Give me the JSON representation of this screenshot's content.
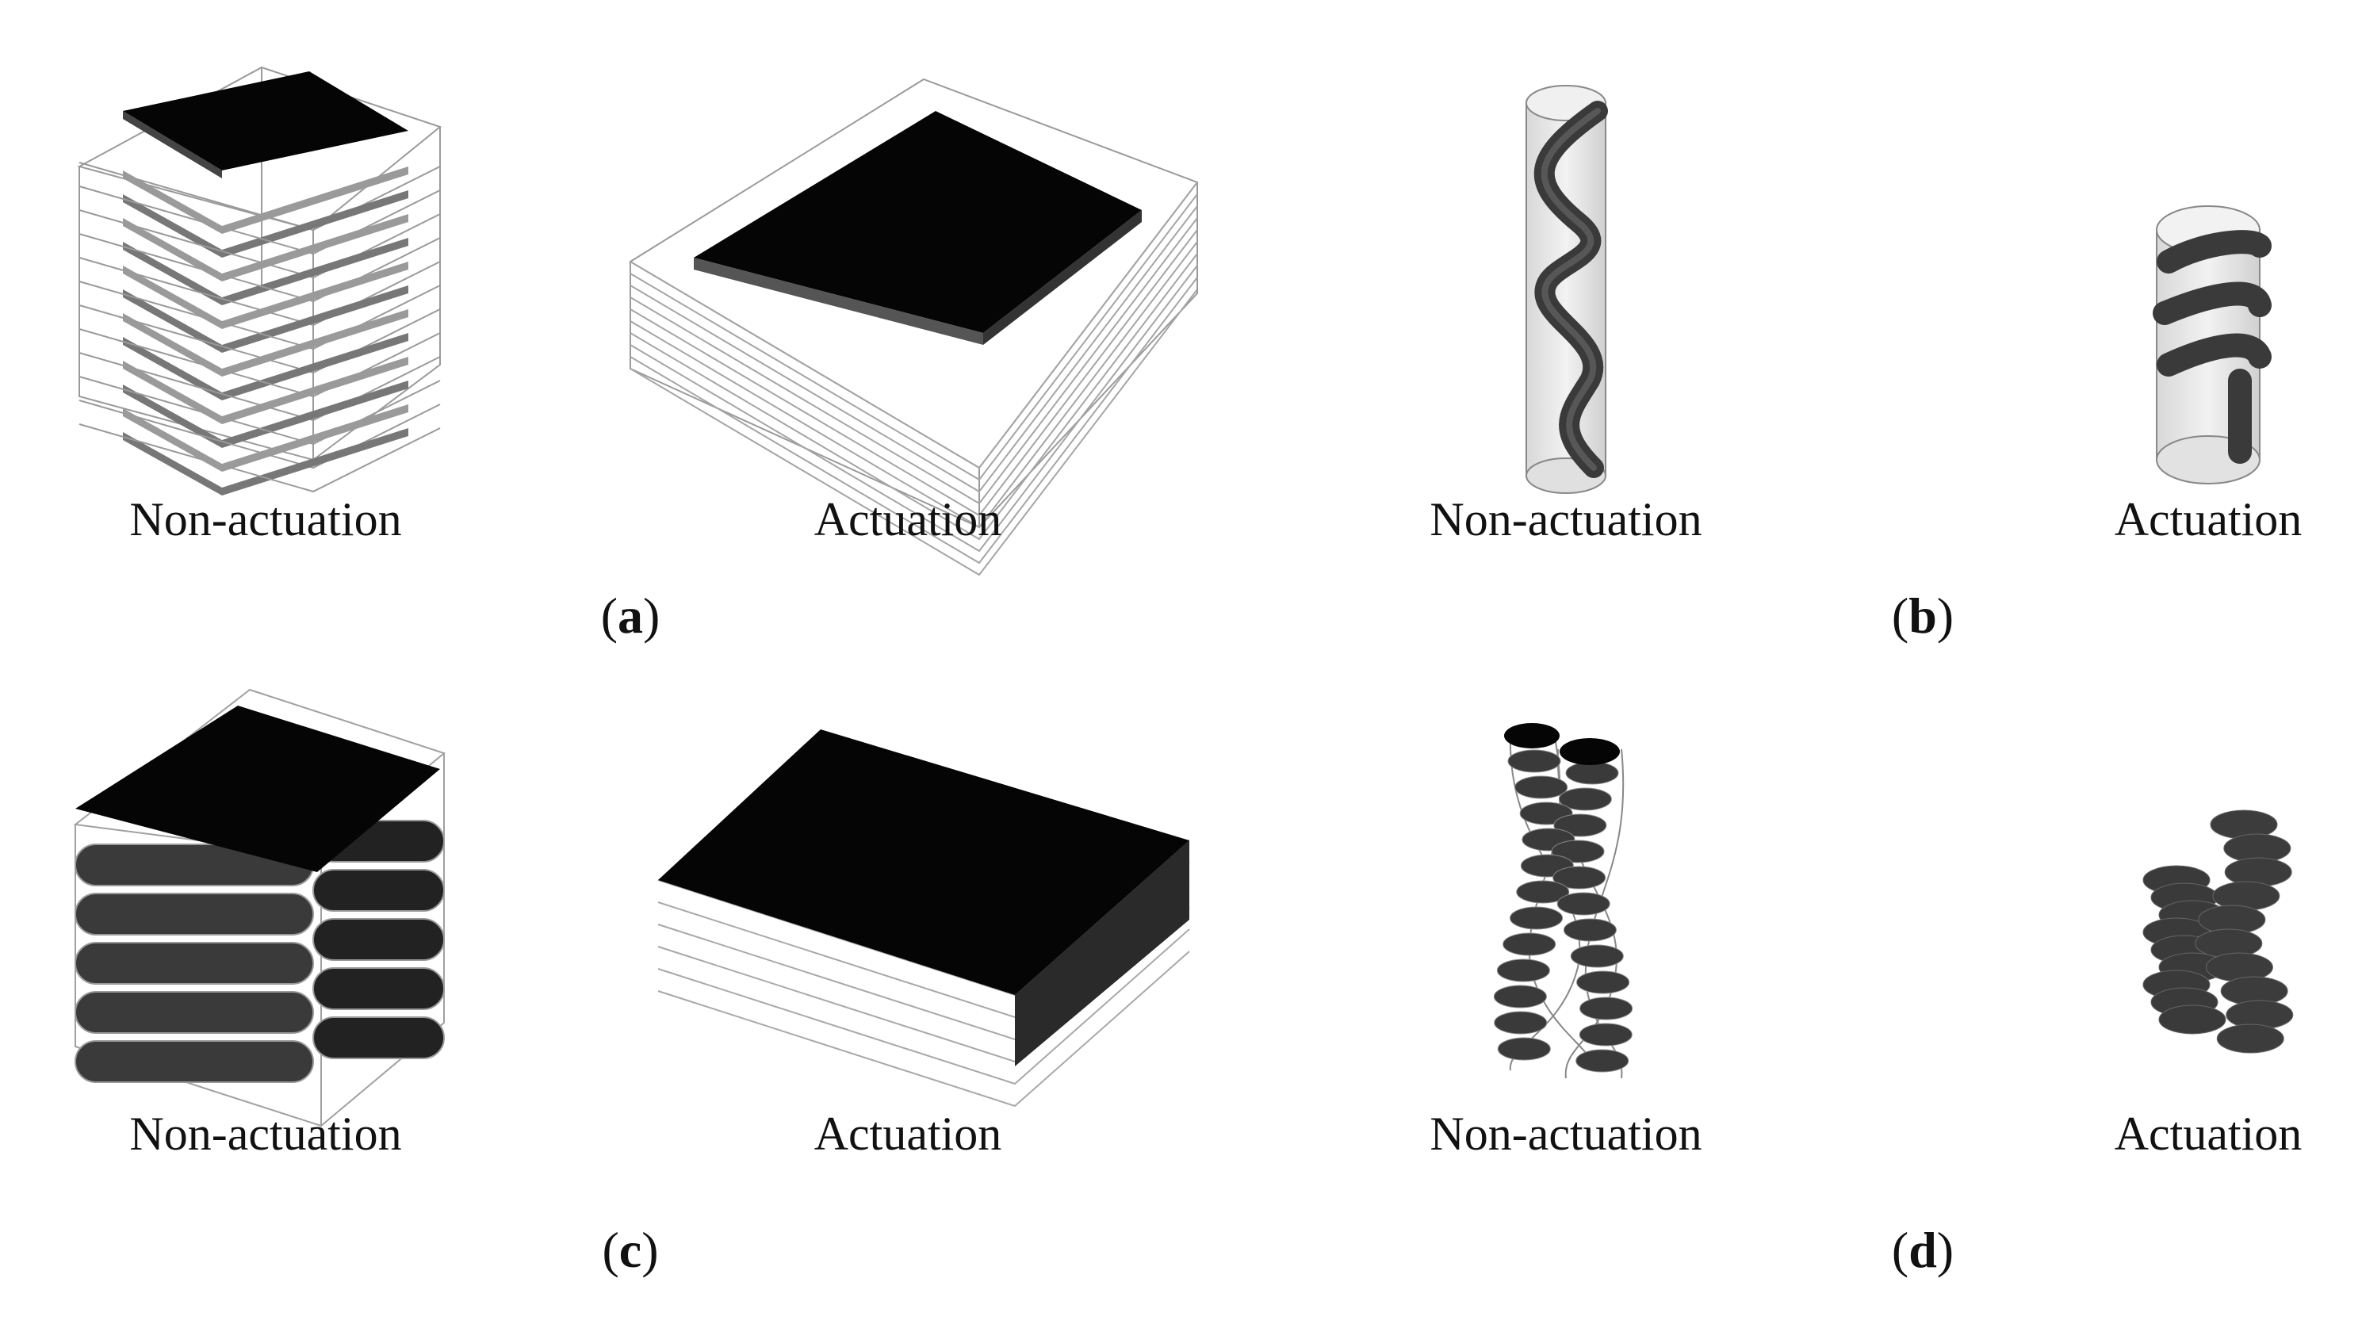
{
  "panels": [
    {
      "letter": "a",
      "left_caption": "Non-actuation",
      "right_caption": "Actuation"
    },
    {
      "letter": "b",
      "left_caption": "Non-actuation",
      "right_caption": "Actuation"
    },
    {
      "letter": "c",
      "left_caption": "Non-actuation",
      "right_caption": "Actuation"
    },
    {
      "letter": "d",
      "left_caption": "Non-actuation",
      "right_caption": "Actuation"
    }
  ],
  "colors": {
    "dark": "#0a0a0a",
    "mid": "#555555",
    "light": "#bbbbbb",
    "line": "#9a9a9a"
  }
}
